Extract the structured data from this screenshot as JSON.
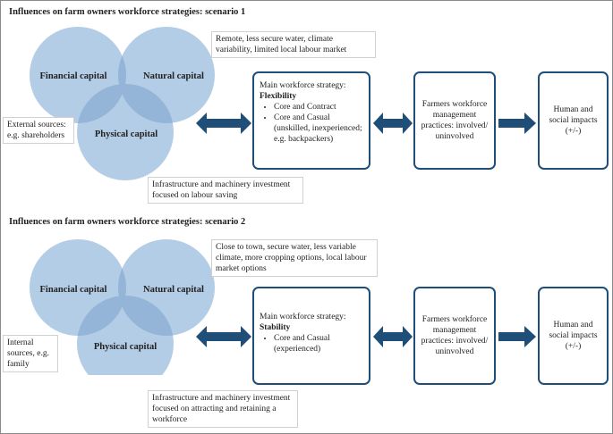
{
  "colors": {
    "circle_fill": "#b4cde6",
    "circle_overlap": "#96b7d8",
    "box_border": "#1f4e79",
    "arrow": "#1f4e79"
  },
  "scenarios": [
    {
      "title": "Influences on farm owners workforce strategies: scenario 1",
      "circles": [
        "Financial capital",
        "Natural capital",
        "Physical capital"
      ],
      "natural_note": "Remote, less secure water, climate variability, limited local labour market",
      "financial_note": "External sources: e.g. shareholders",
      "physical_note": "Infrastructure and machinery investment focused on labour saving",
      "strategy": {
        "title": "Main workforce strategy:",
        "subtitle": "Flexibility",
        "items": [
          "Core and Contract",
          "Core and Casual (unskilled, inexperienced; e.g. backpackers)"
        ]
      },
      "practices": "Farmers workforce management practices: involved/ uninvolved",
      "impacts": "Human and social impacts (+/-)"
    },
    {
      "title": "Influences on farm owners workforce strategies: scenario 2",
      "circles": [
        "Financial capital",
        "Natural capital",
        "Physical capital"
      ],
      "natural_note": "Close to town, secure water, less variable climate, more cropping options, local labour market options",
      "financial_note": "Internal sources, e.g. family",
      "physical_note": "Infrastructure and machinery investment focused on attracting and retaining a workforce",
      "strategy": {
        "title": "Main workforce strategy:",
        "subtitle": "Stability",
        "items": [
          "Core and Casual (experienced)"
        ]
      },
      "practices": "Farmers workforce management practices: involved/ uninvolved",
      "impacts": "Human and social impacts (+/-)"
    }
  ]
}
